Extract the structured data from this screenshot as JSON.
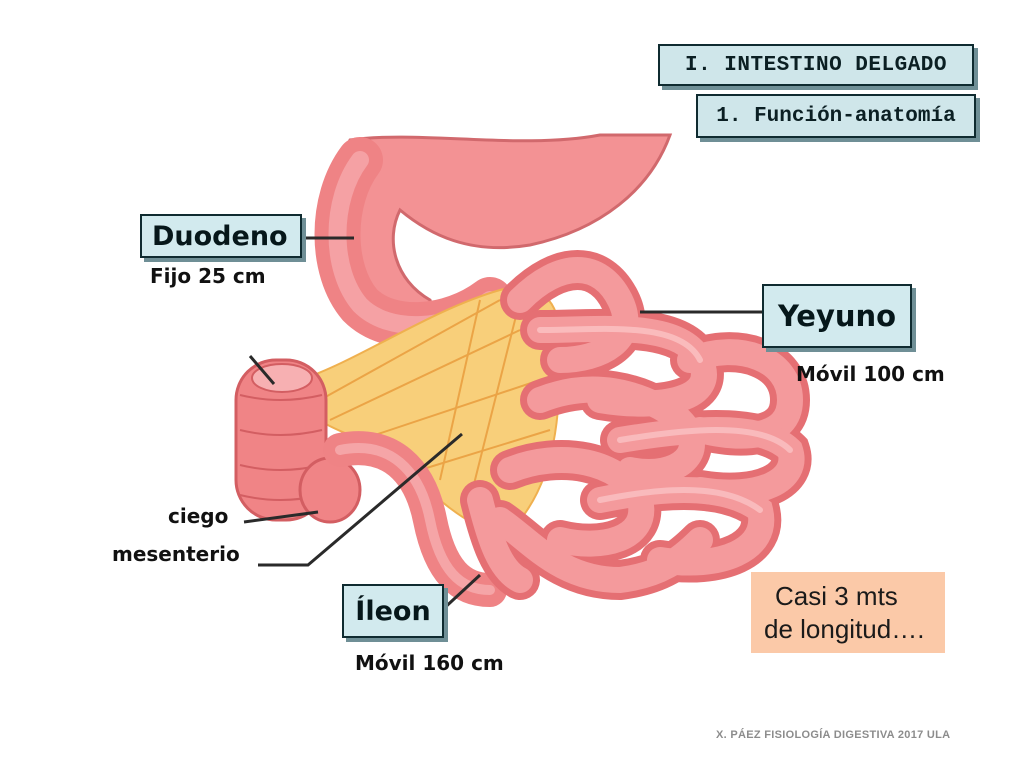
{
  "header": {
    "section_title": "I. INTESTINO DELGADO",
    "subsection_title": "1. Función-anatomía"
  },
  "labels": {
    "duodeno": {
      "name": "Duodeno",
      "detail": "Fijo 25 cm"
    },
    "yeyuno": {
      "name": "Yeyuno",
      "detail": "Móvil 100 cm"
    },
    "ileon": {
      "name": "Íleon",
      "detail": "Móvil 160 cm"
    },
    "ciego": "ciego",
    "mesenterio": "mesenterio"
  },
  "note": {
    "line1": "Casi 3 mts",
    "line2": "de longitud…."
  },
  "footer": "X. PÁEZ   FISIOLOGÍA DIGESTIVA 2017  ULA",
  "colors": {
    "label_fill": "#d2eaee",
    "label_border": "#0f2b30",
    "note_fill": "#fbc9a8",
    "intestine": "#f28a8a",
    "intestine_shadow": "#d95f63",
    "mesentery": "#f7c869"
  }
}
